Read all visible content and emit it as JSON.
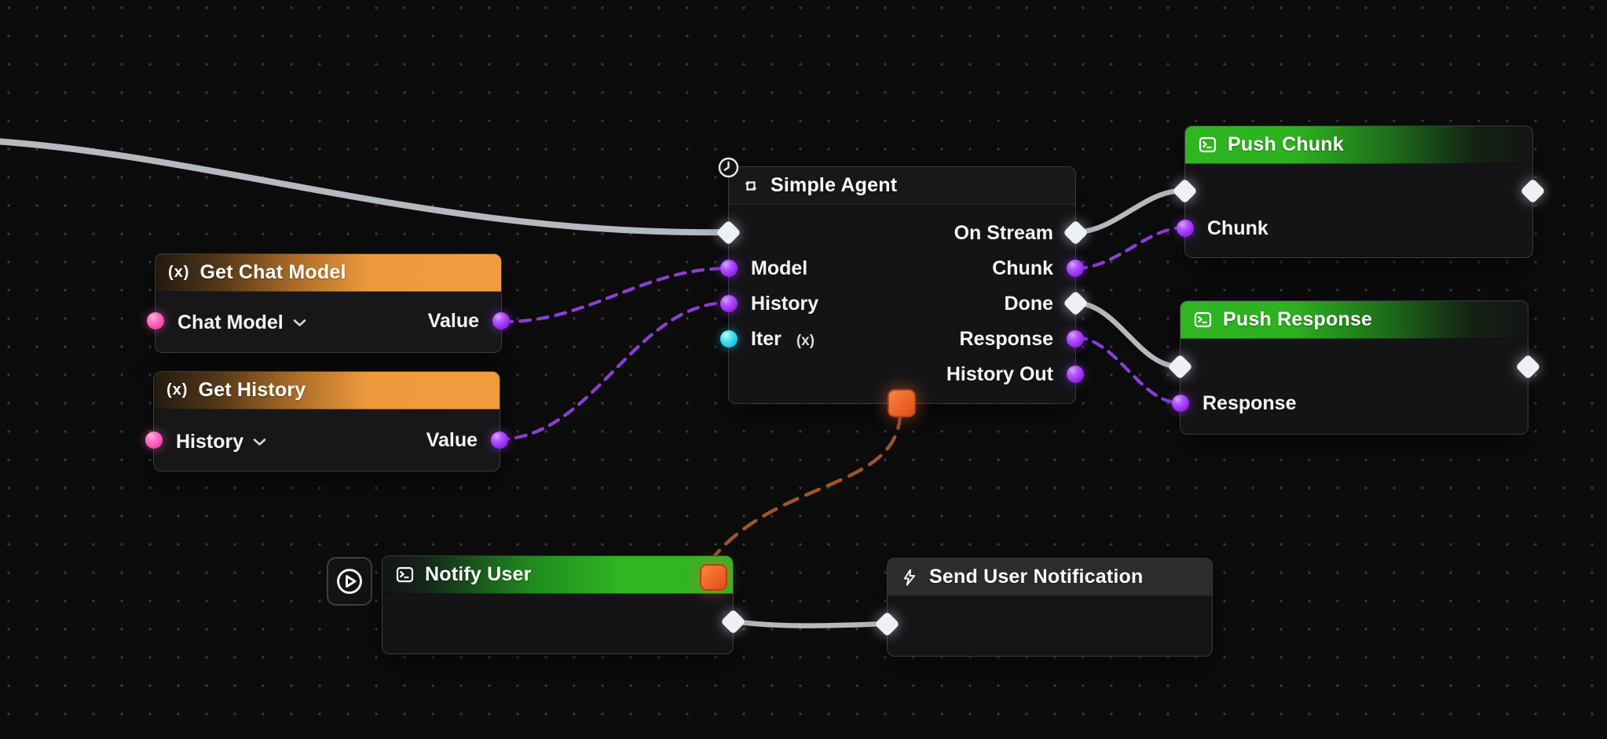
{
  "icons": {
    "fx_glyph": "(x)"
  },
  "nodes": {
    "get_chat_model": {
      "title": "Get Chat Model",
      "input": "Chat Model",
      "output": "Value"
    },
    "get_history": {
      "title": "Get History",
      "input": "History",
      "output": "Value"
    },
    "simple_agent": {
      "title": "Simple Agent",
      "inputs": {
        "model": "Model",
        "history": "History",
        "iter": "Iter"
      },
      "outputs": {
        "on_stream": "On Stream",
        "chunk": "Chunk",
        "done": "Done",
        "response": "Response",
        "history_out": "History Out"
      }
    },
    "push_chunk": {
      "title": "Push Chunk",
      "input": "Chunk"
    },
    "push_response": {
      "title": "Push Response",
      "input": "Response"
    },
    "notify_user": {
      "title": "Notify User"
    },
    "send_user_notification": {
      "title": "Send User Notification"
    }
  },
  "colors": {
    "accent_green": "#2fb621",
    "accent_orange": "#f09c3e",
    "control_orange": "#ee6527",
    "exec_port": "#edf1f6",
    "data_port_purple": "#9a2cf2",
    "data_port_pink": "#f950b2",
    "data_port_cyan": "#1ecfe9",
    "wire_gray": "#b5bac0",
    "wire_purple": "#8b3fd6",
    "wire_orange": "#a85a2b"
  }
}
